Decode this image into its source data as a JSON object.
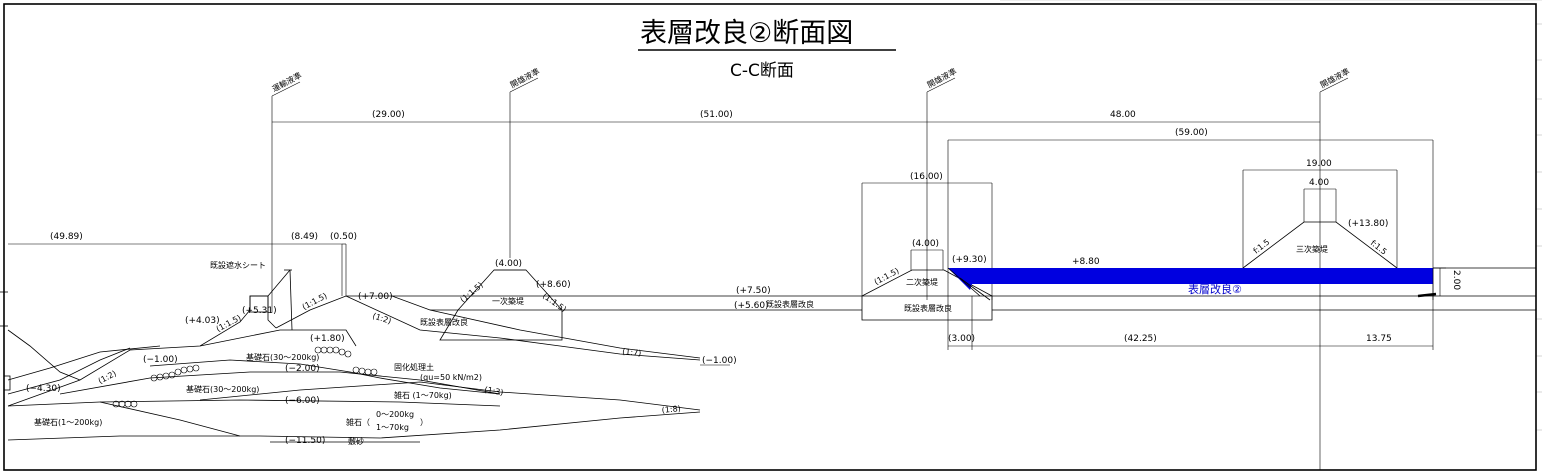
{
  "title": "表層改良②断面図",
  "subtitle": "C-C断面",
  "colors": {
    "improvement_fill": "#0000e0",
    "improvement_text": "#0000cc",
    "line": "#000000",
    "grid": "#b8b8b8"
  },
  "survey_labels": [
    "運輸液準",
    "開雄液準",
    "開雄液準",
    "開雄液準"
  ],
  "dimensions": {
    "d29": "(29.00)",
    "d51": "(51.00)",
    "d48": "48.00",
    "d59": "(59.00)",
    "d16": "(16.00)",
    "d19": "19.00",
    "d4a": "4.00",
    "d4b": "(4.00)",
    "d4c": "(4.00)",
    "d4989": "(49.89)",
    "d849": "(8.49)",
    "d050": "(0.50)",
    "d300": "(3.00)",
    "d4225": "(42.25)",
    "d1375": "13.75",
    "d200": "2.00"
  },
  "elevations": {
    "e880": "+8.80",
    "e930": "(+9.30)",
    "e1380": "(+13.80)",
    "e860": "(+8.60)",
    "e750": "(+7.50)",
    "e560": "(+5.60)",
    "e700": "(+7.00)",
    "e531": "(+5.31)",
    "e403": "(+4.03)",
    "e180": "(+1.80)",
    "em100a": "(−1.00)",
    "em100b": "(−1.00)",
    "em200": "(−2.00)",
    "em430": "(−4.30)",
    "em600": "(−6.00)",
    "em1150": "(−11.50)"
  },
  "slopes": {
    "s_1_15a": "(1:1.5)",
    "s_1_15b": "(1:1.5)",
    "s_1_15c": "(1:1.5)",
    "s_1_15d": "(1:1.5)",
    "s_1_15e": "(1:1.5)",
    "s_1_2a": "(1:2)",
    "s_1_2b": "(1:2)",
    "s_1_3": "(1:3)",
    "s_1_7": "(1:7)",
    "s_1_8": "(1:8)",
    "s_f15a": "f:1.5",
    "s_f15b": "f:1.5"
  },
  "labels": {
    "existing_sheet": "既設遮水シート",
    "existing_improvement_1": "既設表層改良",
    "existing_improvement_2": "既設表層改良",
    "existing_improvement_3": "既設表層改良",
    "primary_bank": "一次築堤",
    "secondary_bank": "二次築堤",
    "tertiary_bank": "三次築堤",
    "foundation_stone_a": "基礎石(30～200kg)",
    "foundation_stone_b": "基礎石(30～200kg)",
    "foundation_stone_c": "基礎石(1～200kg)",
    "solidified_soil": "固化処理土",
    "qu": "(qu=50 kN/m2)",
    "rubble_a": "雑石 (1～70kg)",
    "rubble_b_head": "雑石（",
    "rubble_b_line1": "0～200kg",
    "rubble_b_line2": "1～70kg",
    "rubble_b_tail": "）",
    "sand_mat": "敷砂",
    "surface_improvement": "表層改良②"
  }
}
